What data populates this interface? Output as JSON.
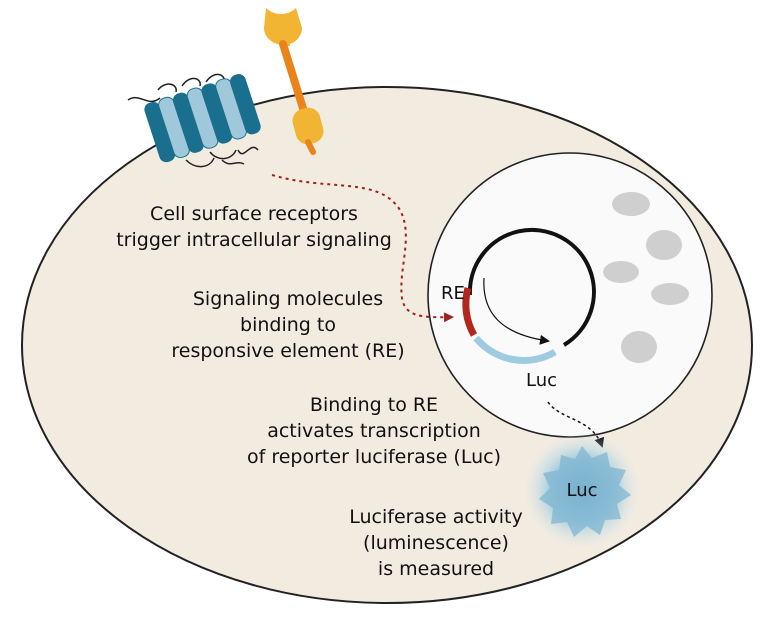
{
  "labels": {
    "receptors_line1": "Cell surface receptors",
    "receptors_line2": "trigger intracellular signaling",
    "signaling_line1": "Signaling molecules",
    "signaling_line2": "binding to",
    "signaling_line3": "responsive element (RE)",
    "binding_line1": "Binding to RE",
    "binding_line2": "activates transcription",
    "binding_line3": "of reporter luciferase (Luc)",
    "measure_line1": "Luciferase activity",
    "measure_line2": "(luminescence)",
    "measure_line3": "is measured",
    "re_tag": "RE",
    "luc_tag": "Luc",
    "luc_glow": "Luc"
  },
  "colors": {
    "cell_fill": "#f2ebe0",
    "outline": "#222222",
    "nucleus_fill": "#fafafa",
    "nucleolus": "#cfcfcf",
    "receptor_dark": "#1a6f8f",
    "receptor_light": "#9fc9da",
    "ligand_stem": "#e9841a",
    "ligand_head": "#f2b533",
    "signal_arrow": "#a41f1f",
    "plasmid": "#111111",
    "re_segment": "#b3261e",
    "luc_segment": "#9fcbe0",
    "glow": "#8ec3dc"
  },
  "icons": {
    "receptor": "seven-transmembrane-receptor-icon",
    "ligand": "ligand-probe-icon",
    "plasmid": "reporter-plasmid-icon",
    "glow": "luminescence-glow-icon"
  }
}
